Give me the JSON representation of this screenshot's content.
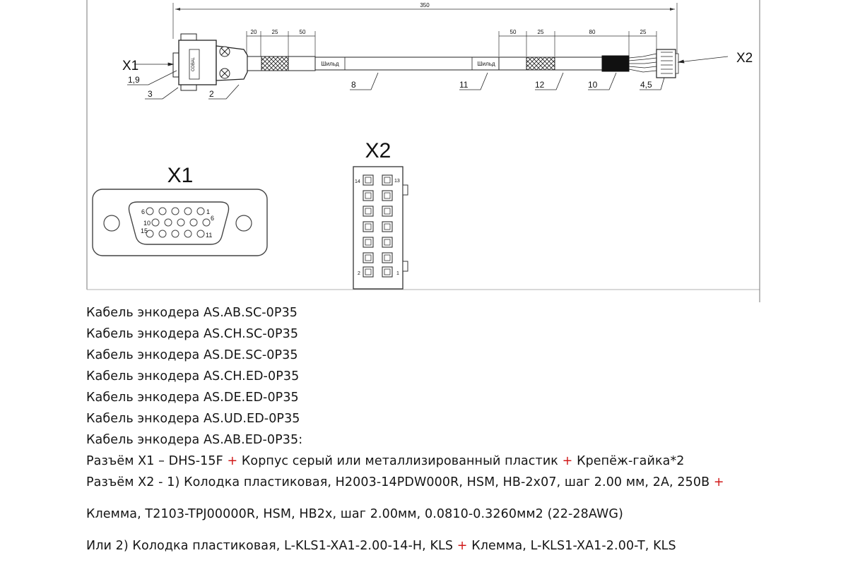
{
  "drawing": {
    "dimensions": {
      "total": "350",
      "left": [
        "20",
        "25",
        "50"
      ],
      "right": [
        "50",
        "25",
        "80",
        "25"
      ]
    },
    "callouts": {
      "x1": "X1",
      "x2": "X2",
      "p19": "1,9",
      "p3": "3",
      "p2": "2",
      "p8": "8",
      "p11": "11",
      "p12": "12",
      "p10": "10",
      "p45": "4,5"
    },
    "shield_label": "Шильд",
    "connector_brand": "СОВАL",
    "x1_title": "X1",
    "x2_title": "X2",
    "x1_pins": {
      "top_left": "6",
      "top_right": "1",
      "mid_left": "10",
      "mid_right": "6",
      "bot_left": "15",
      "bot_right": "11"
    },
    "x2_pins": {
      "top_left": "14",
      "top_right": "13",
      "bot_left": "2",
      "bot_right": "1"
    }
  },
  "spec": {
    "lines": [
      "Кабель энкодера AS.AB.SC-0P35",
      "Кабель энкодера AS.CH.SC-0P35",
      "Кабель энкодера AS.DE.SC-0P35",
      "Кабель энкодера AS.CH.ED-0P35",
      "Кабель энкодера AS.DE.ED-0P35",
      "Кабель энкодера AS.UD.ED-0P35",
      "Кабель энкодера AS.AB.ED-0P35:"
    ],
    "x1_line": {
      "part1": "Разъём X1 – DHS-15F",
      "part2": "Корпус серый или металлизированный пластик",
      "part3": "Крепёж-гайка*2"
    },
    "x2_line": {
      "part1": "Разъём X2 - 1) Колодка пластиковая, H2003-14PDW000R, HSM, HB-2x07, шаг 2.00 мм, 2А, 250В"
    },
    "terminal_line": "Клемма, T2103-TPJ00000R, HSM, HB2x, шаг 2.00мм, 0.0810-0.3260мм2 (22-28AWG)",
    "alt_line": {
      "part1": "Или 2) Колодка пластиковая, L-KLS1-XA1-2.00-14-H, KLS",
      "part2": "Клемма, L-KLS1-XA1-2.00-T, KLS"
    },
    "plus": "+"
  }
}
